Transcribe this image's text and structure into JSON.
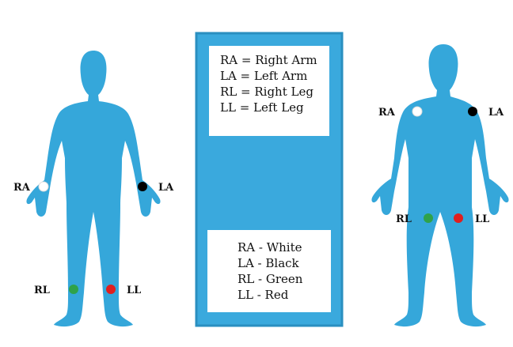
{
  "abbreviations": [
    "RA = Right Arm",
    "LA = Left Arm",
    "RL = Right Leg",
    "LL = Left Leg"
  ],
  "colors_legend": [
    "RA - White",
    "LA - Black",
    "RL - Green",
    "LL - Red"
  ],
  "electrodes": {
    "ra": {
      "label": "RA",
      "color": "#ffffff"
    },
    "la": {
      "label": "LA",
      "color": "#000000"
    },
    "rl": {
      "label": "RL",
      "color": "#2fa24a"
    },
    "ll": {
      "label": "LL",
      "color": "#e01f1f"
    }
  },
  "theme": {
    "body_color": "#35a7da",
    "panel_color": "#3aa9dd",
    "panel_border": "#2a8fc0"
  }
}
